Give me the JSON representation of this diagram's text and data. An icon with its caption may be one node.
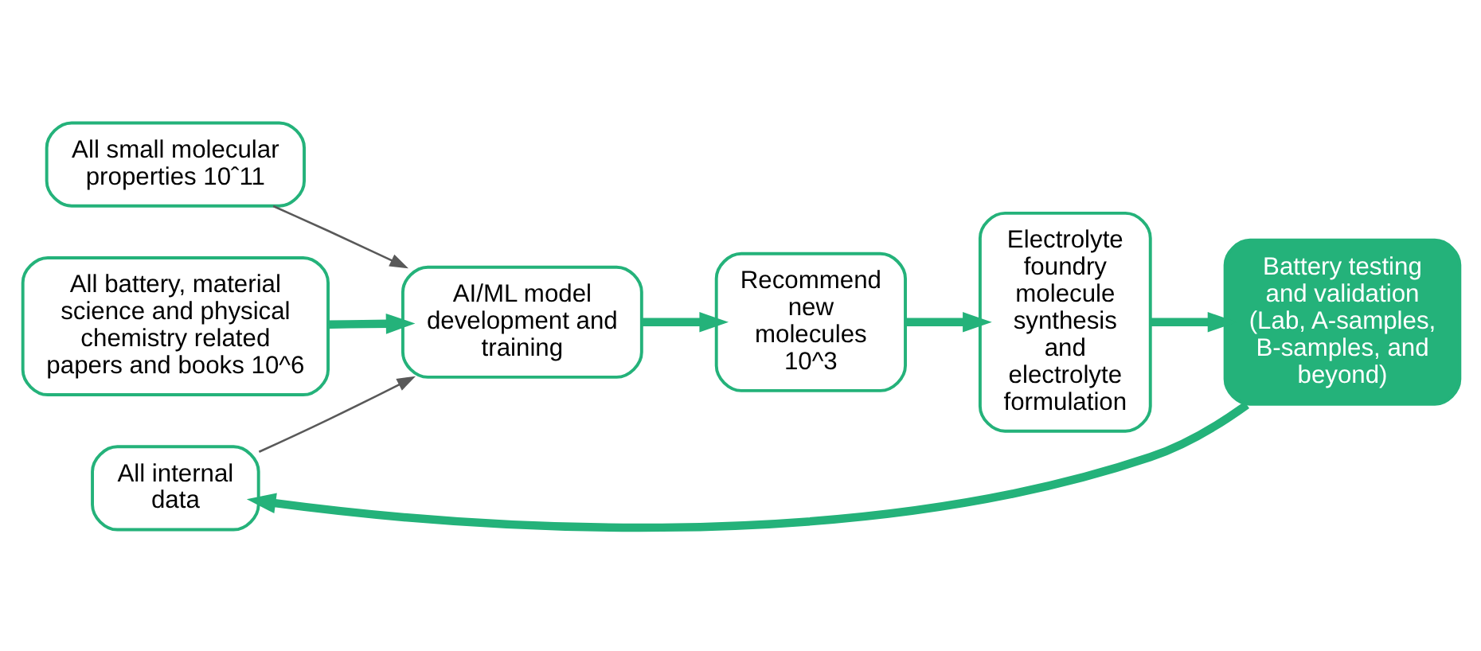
{
  "diagram": {
    "nodes": [
      {
        "text": [
          "All small molecular properties 10ˆ11"
        ]
      },
      {
        "text": [
          "All battery, material science and physical chemistry related papers and books 10^6"
        ]
      },
      {
        "text": [
          "AI/ML model development and training"
        ]
      },
      {
        "text": [
          "All internal data"
        ]
      },
      {
        "text": [
          "Recommend new molecules 10^3"
        ]
      },
      {
        "text": [
          "Electrolyte foundry molecule synthesis and electrolyte formulation"
        ]
      },
      {
        "text": [
          "Battery testing and validation (Lab, A-samples, B-samples, and beyond)"
        ]
      }
    ],
    "edges": [
      {
        "from": 0,
        "to": 2,
        "arrow": "to",
        "color": "#595959"
      },
      {
        "from": 1,
        "to": 2,
        "arrow": "to"
      },
      {
        "from": 3,
        "to": 2,
        "arrow": "to",
        "color": "#595959"
      },
      {
        "from": 2,
        "to": 4,
        "arrow": "to"
      },
      {
        "from": 4,
        "to": 5,
        "arrow": "to"
      },
      {
        "from": 5,
        "to": 6,
        "arrow": "to"
      },
      {
        "from": 6,
        "to": 3,
        "arrow": "to"
      }
    ]
  }
}
